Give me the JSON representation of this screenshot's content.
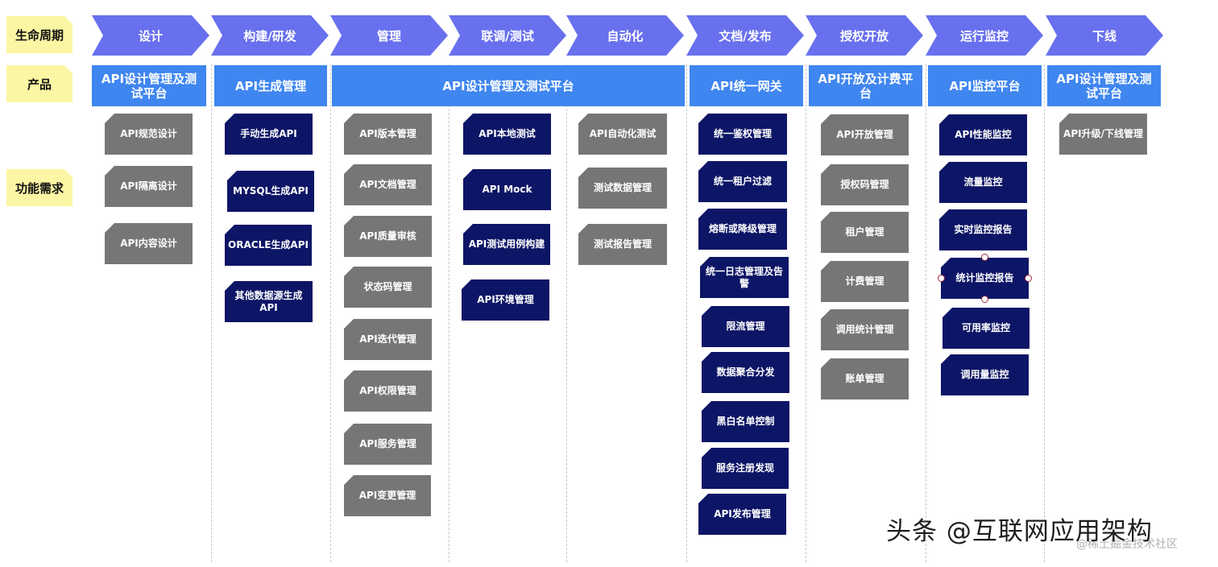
{
  "row_labels": {
    "lifecycle": "生命周期",
    "product": "产品",
    "feature": "功能需求"
  },
  "phases": [
    "设计",
    "构建/研发",
    "管理",
    "联调/测试",
    "自动化",
    "文档/发布",
    "授权开放",
    "运行监控",
    "下线"
  ],
  "products": [
    "API设计管理及测试平台",
    "API生成管理",
    "API设计管理及测试平台",
    "API统一网关",
    "API开放及计费平台",
    "API监控平台",
    "API设计管理及测试平台"
  ],
  "features": {
    "design": [
      "API规范设计",
      "API隔离设计",
      "API内容设计"
    ],
    "build": [
      "手动生成API",
      "MYSQL生成API",
      "ORACLE生成API",
      "其他数据源生成API"
    ],
    "manage": [
      "API版本管理",
      "API文档管理",
      "API质量审核",
      "状态码管理",
      "API迭代管理",
      "API权限管理",
      "API服务管理",
      "API变更管理"
    ],
    "test": [
      "API本地测试",
      "API Mock",
      "API测试用例构建",
      "API环境管理"
    ],
    "automation": [
      "API自动化测试",
      "测试数据管理",
      "测试报告管理"
    ],
    "gateway": [
      "统一鉴权管理",
      "统一租户过滤",
      "熔断或降级管理",
      "统一日志管理及告警",
      "限流管理",
      "数据聚合分发",
      "黑白名单控制",
      "服务注册发现",
      "API发布管理"
    ],
    "open": [
      "API开放管理",
      "授权码管理",
      "租户管理",
      "计费管理",
      "调用统计管理",
      "账单管理"
    ],
    "monitor": [
      "API性能监控",
      "流量监控",
      "实时监控报告",
      "统计监控报告",
      "可用率监控",
      "调用量监控"
    ],
    "offline": [
      "API升级/下线管理"
    ]
  },
  "colors": {
    "phase": "#6870ee",
    "product": "#3f86f0",
    "card_gray": "#767676",
    "card_navy": "#0d1566",
    "note": "#fbf6a3"
  },
  "watermark": {
    "main": "头条 @互联网应用架构",
    "sub": "@稀土掘金技术社区"
  }
}
